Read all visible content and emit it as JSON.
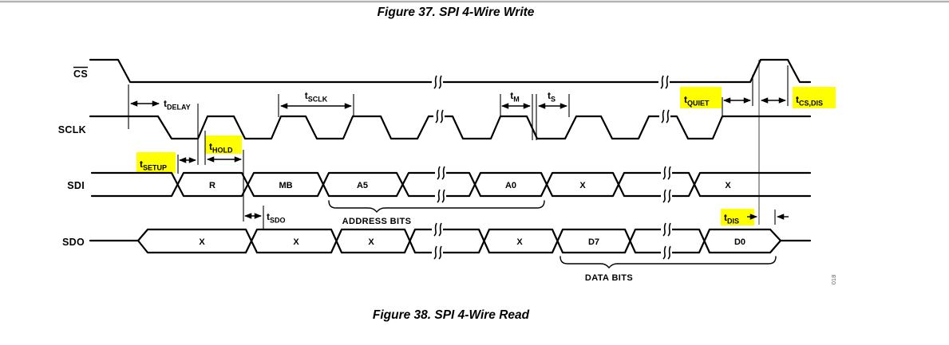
{
  "page": {
    "top_title": "Figure 37. SPI 4-Wire Write",
    "bottom_title": "Figure 38. SPI 4-Wire Read",
    "figure_number_note": "018"
  },
  "colors": {
    "highlight": "#ffff00",
    "waveform": "#000000",
    "reference_line": "#808080",
    "top_rule": "#b3b3b3"
  },
  "signals": {
    "cs": "CS",
    "sclk": "SCLK",
    "sdi": "SDI",
    "sdo": "SDO"
  },
  "timing_labels": {
    "t_delay": {
      "base": "t",
      "sub": "DELAY",
      "highlighted": false
    },
    "t_sclk": {
      "base": "t",
      "sub": "SCLK",
      "highlighted": false
    },
    "t_m": {
      "base": "t",
      "sub": "M",
      "highlighted": false
    },
    "t_s": {
      "base": "t",
      "sub": "S",
      "highlighted": false
    },
    "t_quiet": {
      "base": "t",
      "sub": "QUIET",
      "highlighted": true
    },
    "t_cs_dis": {
      "base": "t",
      "sub": "CS,DIS",
      "highlighted": true
    },
    "t_setup": {
      "base": "t",
      "sub": "SETUP",
      "highlighted": true
    },
    "t_hold": {
      "base": "t",
      "sub": "HOLD",
      "highlighted": true
    },
    "t_sdo": {
      "base": "t",
      "sub": "SDO",
      "highlighted": false
    },
    "t_dis": {
      "base": "t",
      "sub": "DIS",
      "highlighted": true
    }
  },
  "sdi_bus": {
    "cells": [
      "R",
      "MB",
      "A5",
      "A0",
      "X",
      "X"
    ],
    "group_label": "ADDRESS BITS"
  },
  "sdo_bus": {
    "cells": [
      "X",
      "X",
      "X",
      "X",
      "D7",
      "D0"
    ],
    "group_label": "DATA BITS"
  }
}
